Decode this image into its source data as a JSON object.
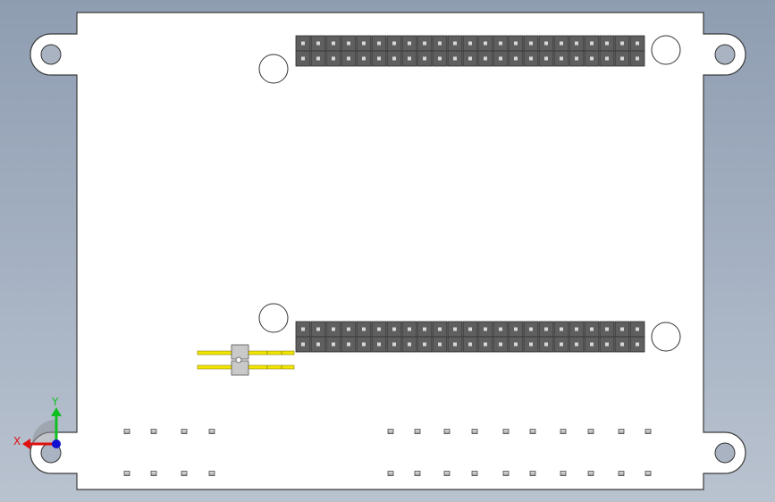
{
  "viewport": {
    "background_top": "#8f9db2",
    "background_bottom": "#b9c2cf"
  },
  "board": {
    "fill": "#ffffff",
    "outline": "#3a3a3a",
    "mounting_holes": 4,
    "clearance_holes": 4
  },
  "headers": {
    "top_header": {
      "columns": 23,
      "rows": 2,
      "color": "#5f5f5f"
    },
    "bottom_header": {
      "columns": 23,
      "rows": 2,
      "color": "#5f5f5f"
    }
  },
  "jumper": {
    "pins": 2,
    "pin_color": "#f2e600",
    "body_color": "#c9c9c9"
  },
  "smd_pads": {
    "left_group_columns": 4,
    "right_group_columns": 10,
    "rows": 2
  },
  "triad": {
    "x_label": "X",
    "y_label": "Y",
    "x_color": "#e01010",
    "y_color": "#10c020",
    "z_color": "#1010d0"
  }
}
